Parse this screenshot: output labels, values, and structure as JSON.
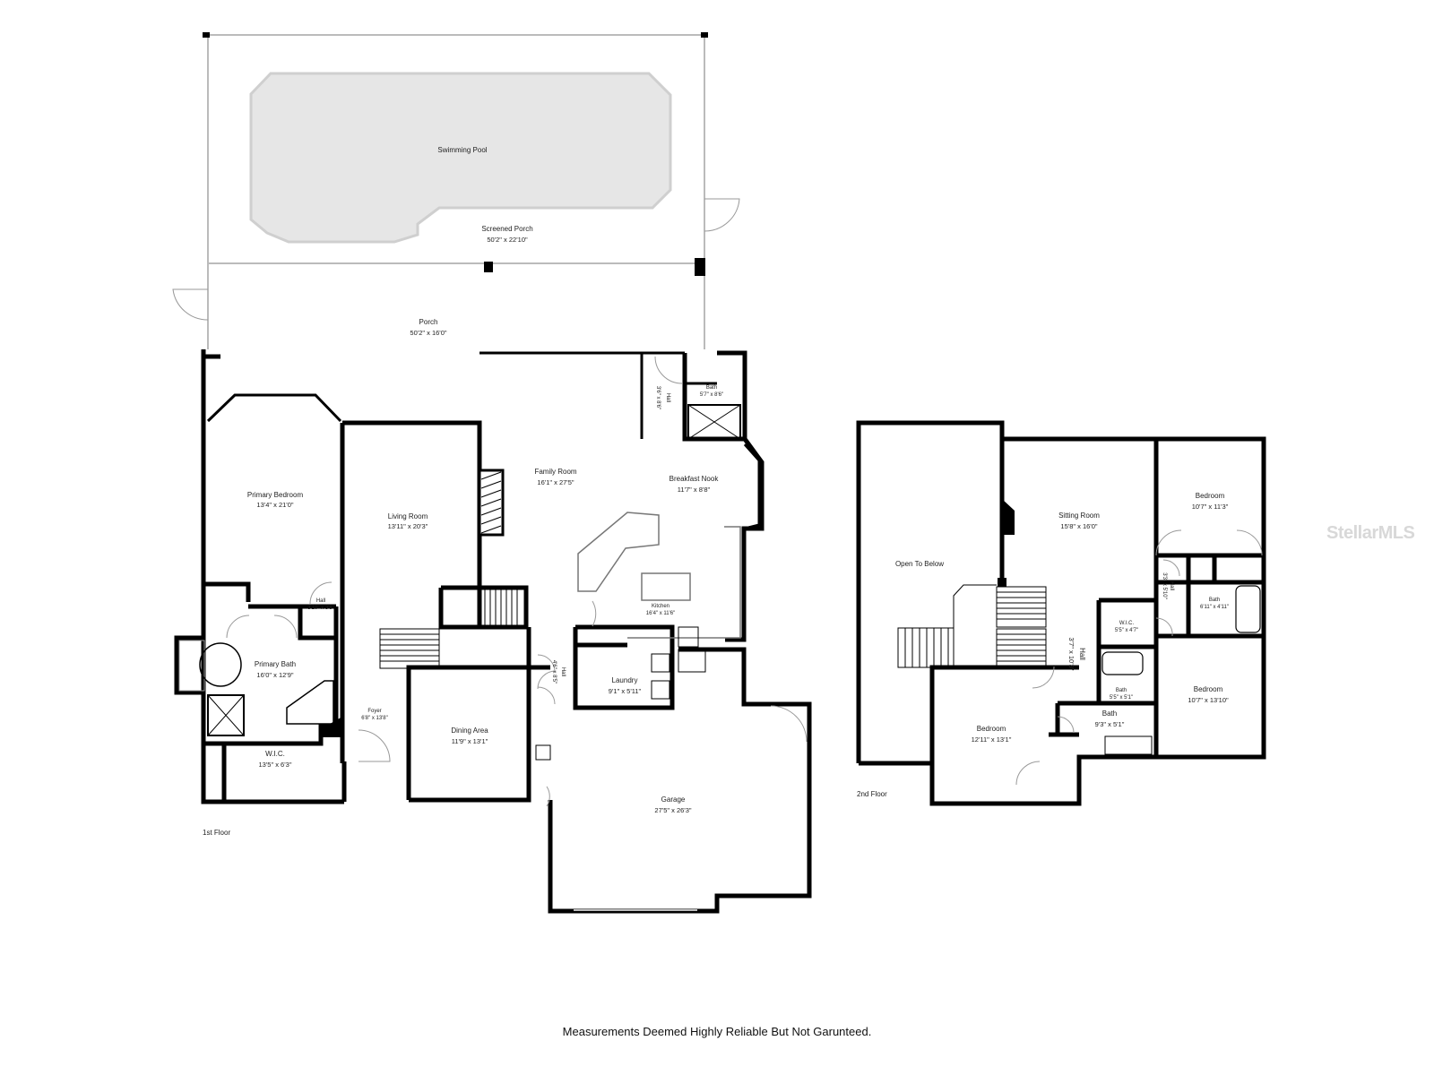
{
  "rooms": {
    "pool": {
      "name": "Swimming Pool"
    },
    "screened_porch": {
      "name": "Screened Porch",
      "dim": "50'2\" x 22'10\""
    },
    "porch": {
      "name": "Porch",
      "dim": "50'2\" x 16'0\""
    },
    "primary_bedroom": {
      "name": "Primary Bedroom",
      "dim": "13'4\" x 21'0\""
    },
    "living_room": {
      "name": "Living Room",
      "dim": "13'11\" x 20'3\""
    },
    "family_room": {
      "name": "Family Room",
      "dim": "16'1\" x 27'5\""
    },
    "breakfast_nook": {
      "name": "Breakfast Nook",
      "dim": "11'7\" x 8'8\""
    },
    "bath_1": {
      "name": "Bath",
      "dim": "5'7\" x 8'6\""
    },
    "hall_1": {
      "name": "Hall",
      "dim": "3'6\" x 8'6\""
    },
    "kitchen": {
      "name": "Kitchen",
      "dim": "16'4\" x 11'6\""
    },
    "hall_2": {
      "name": "Hall",
      "dim": "3'10\" x 3'8\""
    },
    "primary_bath": {
      "name": "Primary Bath",
      "dim": "16'0\" x 12'9\""
    },
    "foyer": {
      "name": "Foyer",
      "dim": "6'8\" x 13'8\""
    },
    "wic_1": {
      "name": "W.I.C.",
      "dim": "13'5\" x 6'3\""
    },
    "dining_area": {
      "name": "Dining Area",
      "dim": "11'9\" x 13'1\""
    },
    "laundry": {
      "name": "Laundry",
      "dim": "9'1\" x 5'11\""
    },
    "hall_3": {
      "name": "Hall",
      "dim": "4'6\" x 8'5\""
    },
    "garage": {
      "name": "Garage",
      "dim": "27'5\" x 26'3\""
    },
    "open_to_below": {
      "name": "Open To Below"
    },
    "sitting_room": {
      "name": "Sitting Room",
      "dim": "15'8\" x 16'0\""
    },
    "bedroom_a": {
      "name": "Bedroom",
      "dim": "10'7\" x 11'3\""
    },
    "hall_4": {
      "name": "Hall",
      "dim": "3'3\" x 5'10\""
    },
    "bath_2": {
      "name": "Bath",
      "dim": "6'11\" x 4'11\""
    },
    "wic_2": {
      "name": "W.I.C.",
      "dim": "5'5\" x 4'7\""
    },
    "hall_5": {
      "name": "Hall",
      "dim": "3'7\" x 10'3\""
    },
    "bath_3": {
      "name": "Bath",
      "dim": "5'5\" x 5'1\""
    },
    "bath_4": {
      "name": "Bath",
      "dim": "9'3\" x 5'1\""
    },
    "bedroom_b": {
      "name": "Bedroom",
      "dim": "10'7\" x 13'10\""
    },
    "bedroom_c": {
      "name": "Bedroom",
      "dim": "12'11\" x 13'1\""
    }
  },
  "floors": {
    "first": "1st Floor",
    "second": "2nd Floor"
  },
  "disclaimer": "Measurements Deemed Highly Reliable But Not Garunteed.",
  "watermark": "StellarMLS",
  "colors": {
    "wall": "#000000",
    "pool_fill": "#e6e6e6",
    "thin_wall": "#bbbbbb"
  }
}
